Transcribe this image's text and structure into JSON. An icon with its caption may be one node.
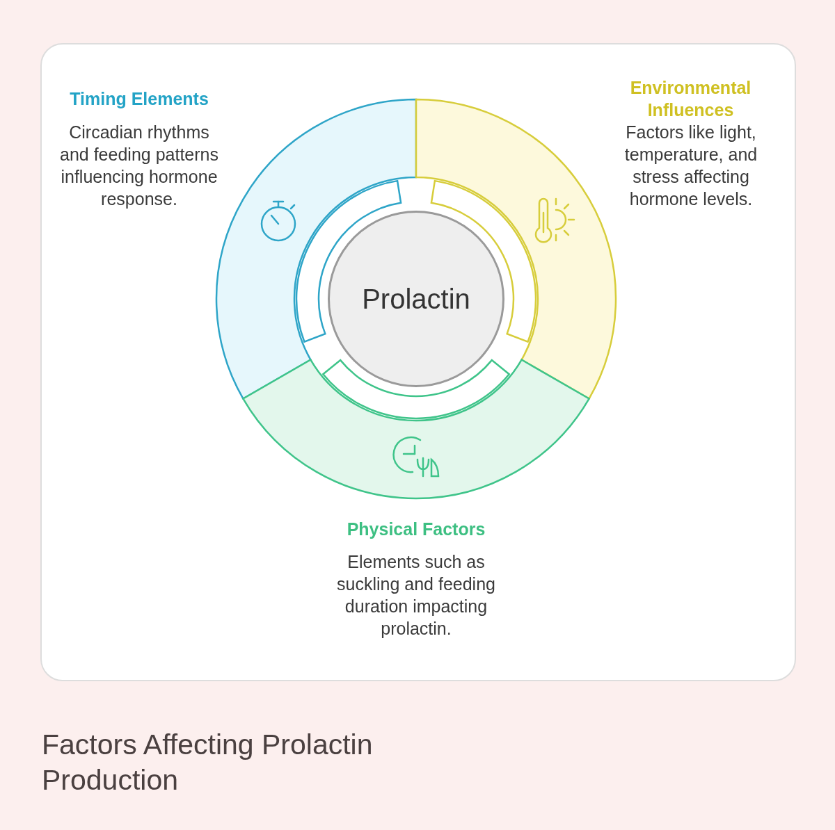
{
  "diagram": {
    "title": "Factors Affecting Prolactin Production",
    "nodes": [
      {
        "text": [
          "Timing Elements",
          "Circadian rhythms and feeding patterns influencing hormone response."
        ]
      },
      {
        "text": [
          "Environmental Influences",
          "Factors like light, temperature, and stress affecting hormone levels."
        ]
      },
      {
        "text": [
          "Physical Factors",
          "Elements such as suckling and feeding duration impacting prolactin."
        ]
      },
      {
        "text": [
          "Prolactin"
        ]
      }
    ]
  }
}
